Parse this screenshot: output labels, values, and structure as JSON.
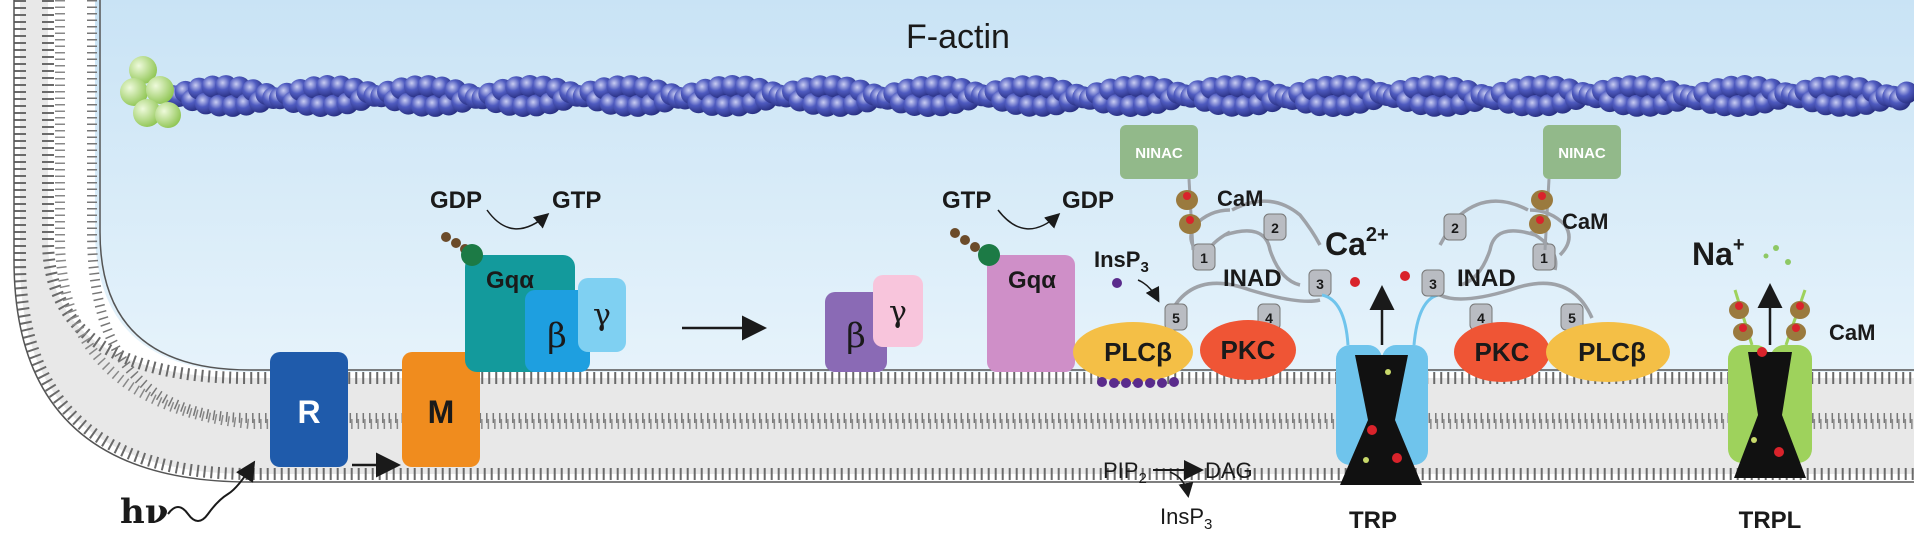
{
  "labels": {
    "factin": "F-actin",
    "hv": "hν",
    "r": "R",
    "m": "M",
    "gq": "Gqα",
    "beta": "β",
    "gamma": "γ",
    "gdp1": "GDP",
    "gtp1": "GTP",
    "gtp2": "GTP",
    "gdp2": "GDP",
    "insp3_top": "InsP",
    "insp3_top_sub": "3",
    "pip": "PIP",
    "pip_sub": "2",
    "dag": "DAG",
    "insp3_bottom": "InsP",
    "insp3_bottom_sub": "3",
    "plc": "PLCβ",
    "pkc": "PKC",
    "inad": "INAD",
    "ninac": "NINAC",
    "cam": "CaM",
    "ca": "Ca",
    "ca_sup": "2+",
    "na": "Na",
    "na_sup": "+",
    "trp": "TRP",
    "trpl": "TRPL",
    "pdz1": "1",
    "pdz2": "2",
    "pdz3": "3",
    "pdz4": "4",
    "pdz5": "5"
  },
  "colors": {
    "cytoplasm": "#d6ebf8",
    "actin": "#3b45a8",
    "actin_cap": "#a6d86a",
    "receptor": "#1f5bab",
    "metarhodopsin": "#f08c1e",
    "gq_active": "#139a9c",
    "beta_active": "#1e9fe0",
    "gamma_active": "#7fd0f2",
    "beta_free": "#8a6ab5",
    "gamma_free": "#f8c5dc",
    "gq_free": "#cf8fc8",
    "plc": "#f4bf46",
    "pkc": "#ef5535",
    "ninac": "#92b98a",
    "inad": "#b9bcc2",
    "trp": "#6fc4ec",
    "trpl": "#9ed25c",
    "lipid": "#e2b8dc"
  }
}
